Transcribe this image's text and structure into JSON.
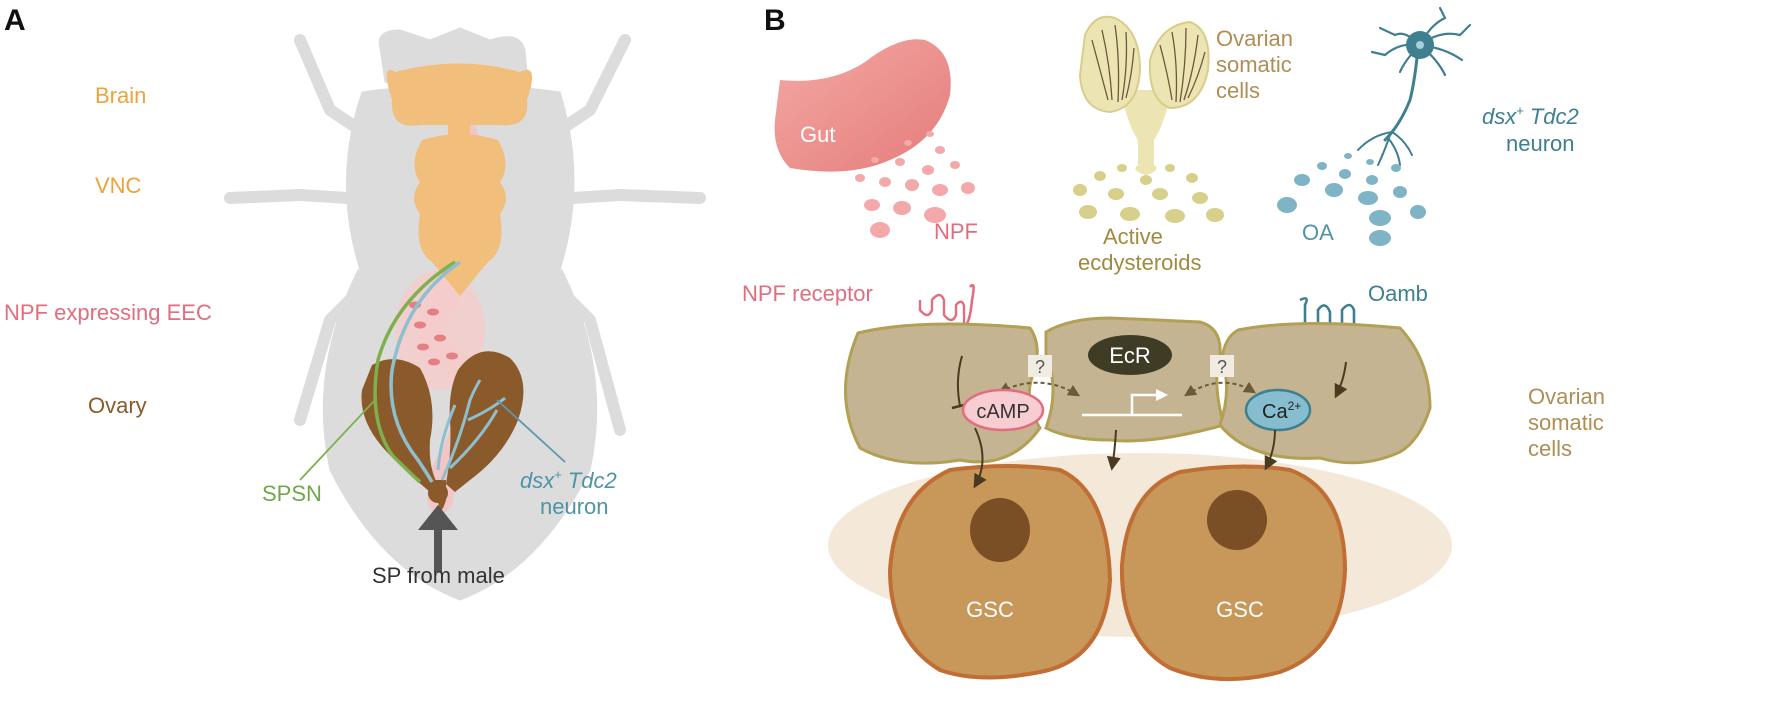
{
  "panel_a": {
    "label": "A",
    "labels": {
      "brain": "Brain",
      "vnc": "VNC",
      "npf_eec": "NPF expressing EEC",
      "ovary": "Ovary",
      "spsn": "SPSN",
      "dsx_neuron_gene": "dsx",
      "dsx_neuron_sup": "+",
      "dsx_neuron_gene2": "Tdc2",
      "dsx_neuron_word": "neuron",
      "sp_from_male": "SP from male"
    }
  },
  "panel_b": {
    "label": "B",
    "labels": {
      "gut": "Gut",
      "npf": "NPF",
      "ovarian_somatic_top_1": "Ovarian",
      "ovarian_somatic_top_2": "somatic",
      "ovarian_somatic_top_3": "cells",
      "active_1": "Active",
      "active_2": "ecdysteroids",
      "dsx_gene": "dsx",
      "dsx_sup": "+",
      "dsx_gene2": "Tdc2",
      "dsx_word": "neuron",
      "oa": "OA",
      "npf_receptor": "NPF receptor",
      "oamb": "Oamb",
      "ecr": "EcR",
      "q1": "?",
      "q2": "?",
      "camp": "cAMP",
      "ca": "Ca",
      "ca_sup": "2+",
      "ovarian_somatic_right_1": "Ovarian",
      "ovarian_somatic_right_2": "somatic",
      "ovarian_somatic_right_3": "cells",
      "gsc_left": "GSC",
      "gsc_right": "GSC"
    }
  },
  "colors": {
    "orange": "#f0a23a",
    "pink": "#e26d7f",
    "brown": "#8a5a2b",
    "green": "#6fa84a",
    "teal": "#3f7f8f",
    "blue_label": "#4f94a6",
    "tan_label": "#b08d55",
    "olive": "#b0a650"
  }
}
